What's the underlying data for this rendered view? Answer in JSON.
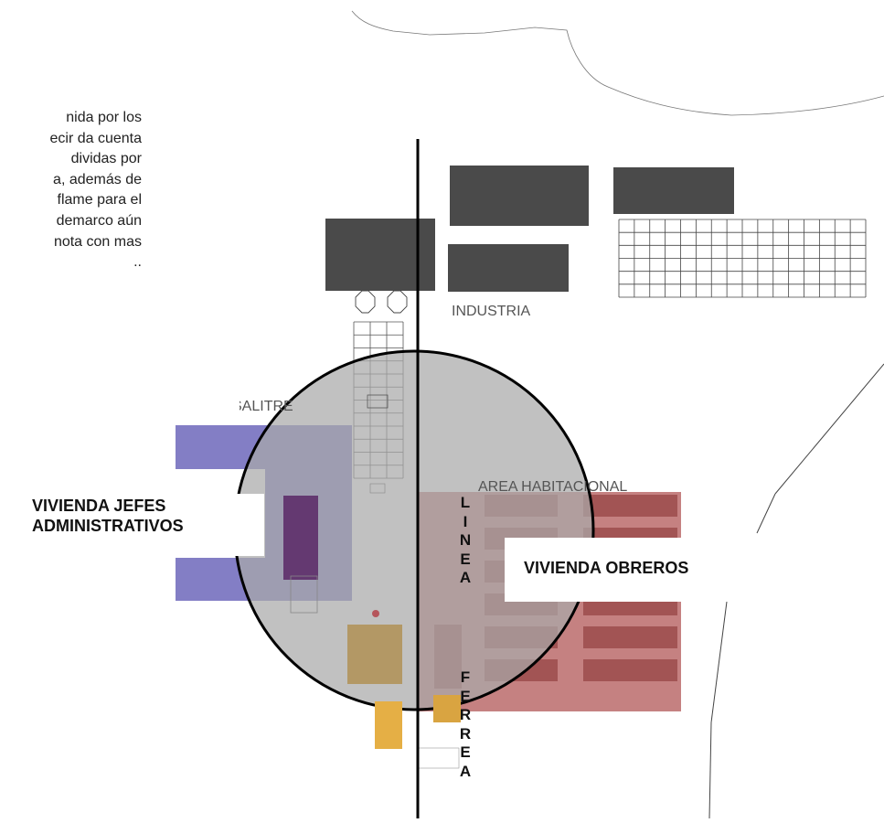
{
  "intro_text_lines": [
    "nida por los",
    "ecir da cuenta",
    "dividas por",
    "a, además de",
    "flame para el",
    "demarco aún",
    "nota con mas",
    ".."
  ],
  "labels": {
    "industria": "INDUSTRIA",
    "salitre": "SALITRE",
    "area_habitacional": "AREA HABITACIONAL",
    "vivienda_jefes": [
      "VIVIENDA JEFES",
      "ADMINISTRATIVOS"
    ],
    "vivienda_obreros": "VIVIENDA OBREROS",
    "linea": [
      "L",
      "I",
      "N",
      "E",
      "A"
    ],
    "ferrea": [
      "F",
      "E",
      "R",
      "R",
      "E",
      "A"
    ]
  },
  "colors": {
    "industry_block": "#4a4a4a",
    "circle_fill": "#b4b4b4",
    "jefes_zone": "#7670bf",
    "jefes_inner": "#5d2f6a",
    "obreros_zone": "#b55a5a",
    "obreros_rows": "#a25454",
    "mustard": "#b39865",
    "orange": "#e5af45",
    "rail": "#000000"
  }
}
